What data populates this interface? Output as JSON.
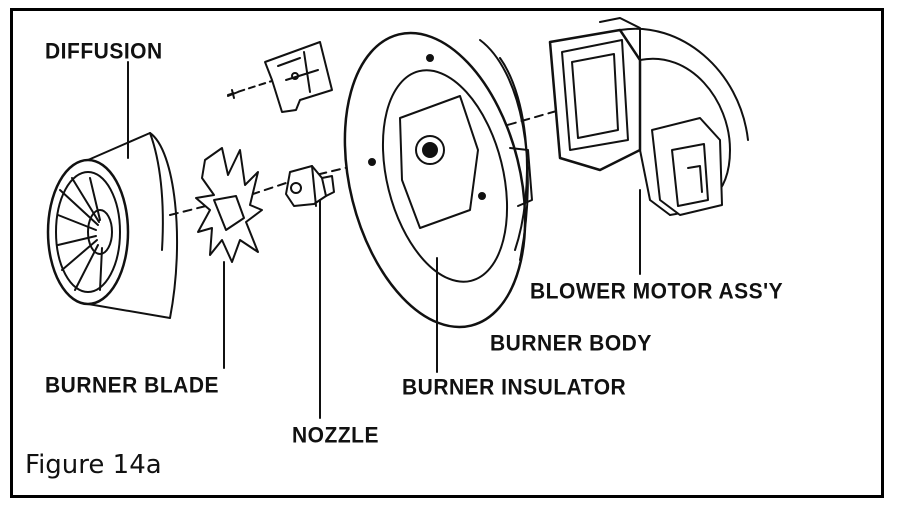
{
  "figure": {
    "caption": "Figure 14a",
    "labels": {
      "diffusion": "DIFFUSION",
      "burner_blade": "BURNER BLADE",
      "nozzle": "NOZZLE",
      "burner_insulator": "BURNER INSULATOR",
      "burner_body": "BURNER BODY",
      "blower_motor": "BLOWER MOTOR ASS'Y"
    },
    "colors": {
      "ink": "#111111",
      "background": "#ffffff"
    }
  }
}
